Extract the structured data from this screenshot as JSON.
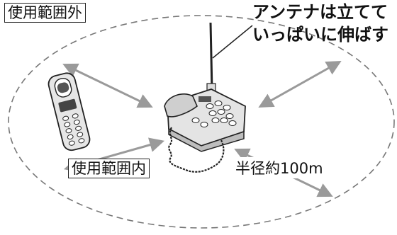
{
  "labels": {
    "out_of_range": "使用範囲外",
    "in_range": "使用範囲内",
    "antenna_line1": "アンテナは立てて",
    "antenna_line2": "いっぱいに伸ばす",
    "radius": "半径約100m"
  },
  "colors": {
    "arrow": "#9a9a9a",
    "ellipse": "#777777",
    "device_body": "#d8d8d8",
    "device_outline": "#222222"
  },
  "icons": [
    "handset-icon",
    "base-unit-phone-icon",
    "antenna-icon"
  ]
}
